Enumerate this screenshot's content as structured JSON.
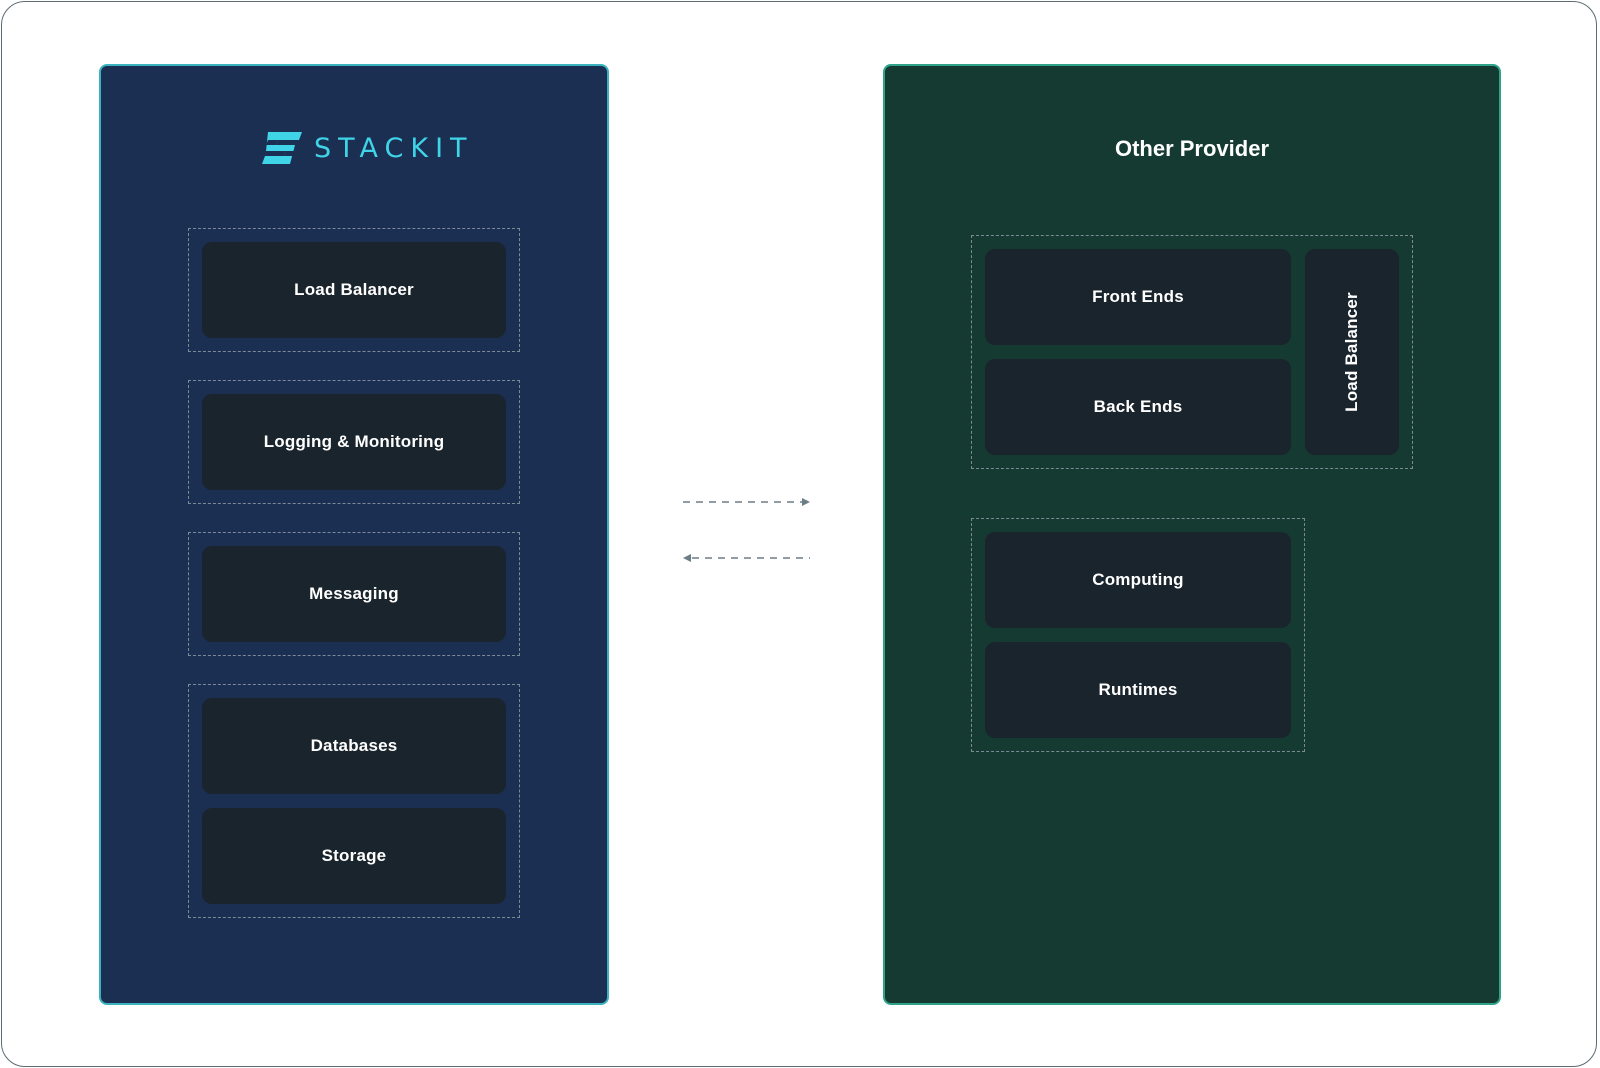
{
  "left": {
    "brand": "STACKIT",
    "services": {
      "load_balancer": "Load Balancer",
      "logging": "Logging & Monitoring",
      "messaging": "Messaging",
      "databases": "Databases",
      "storage": "Storage"
    }
  },
  "right": {
    "title": "Other Provider",
    "services": {
      "front_ends": "Front Ends",
      "back_ends": "Back Ends",
      "load_balancer": "Load Balancer",
      "computing": "Computing",
      "runtimes": "Runtimes"
    }
  },
  "connectors": {
    "to_right": "arrow-right",
    "to_left": "arrow-left"
  },
  "colors": {
    "left_panel": "#1b2f52",
    "right_panel": "#143a31",
    "card": "#1a242c",
    "brand_accent": "#3fd4e8"
  }
}
